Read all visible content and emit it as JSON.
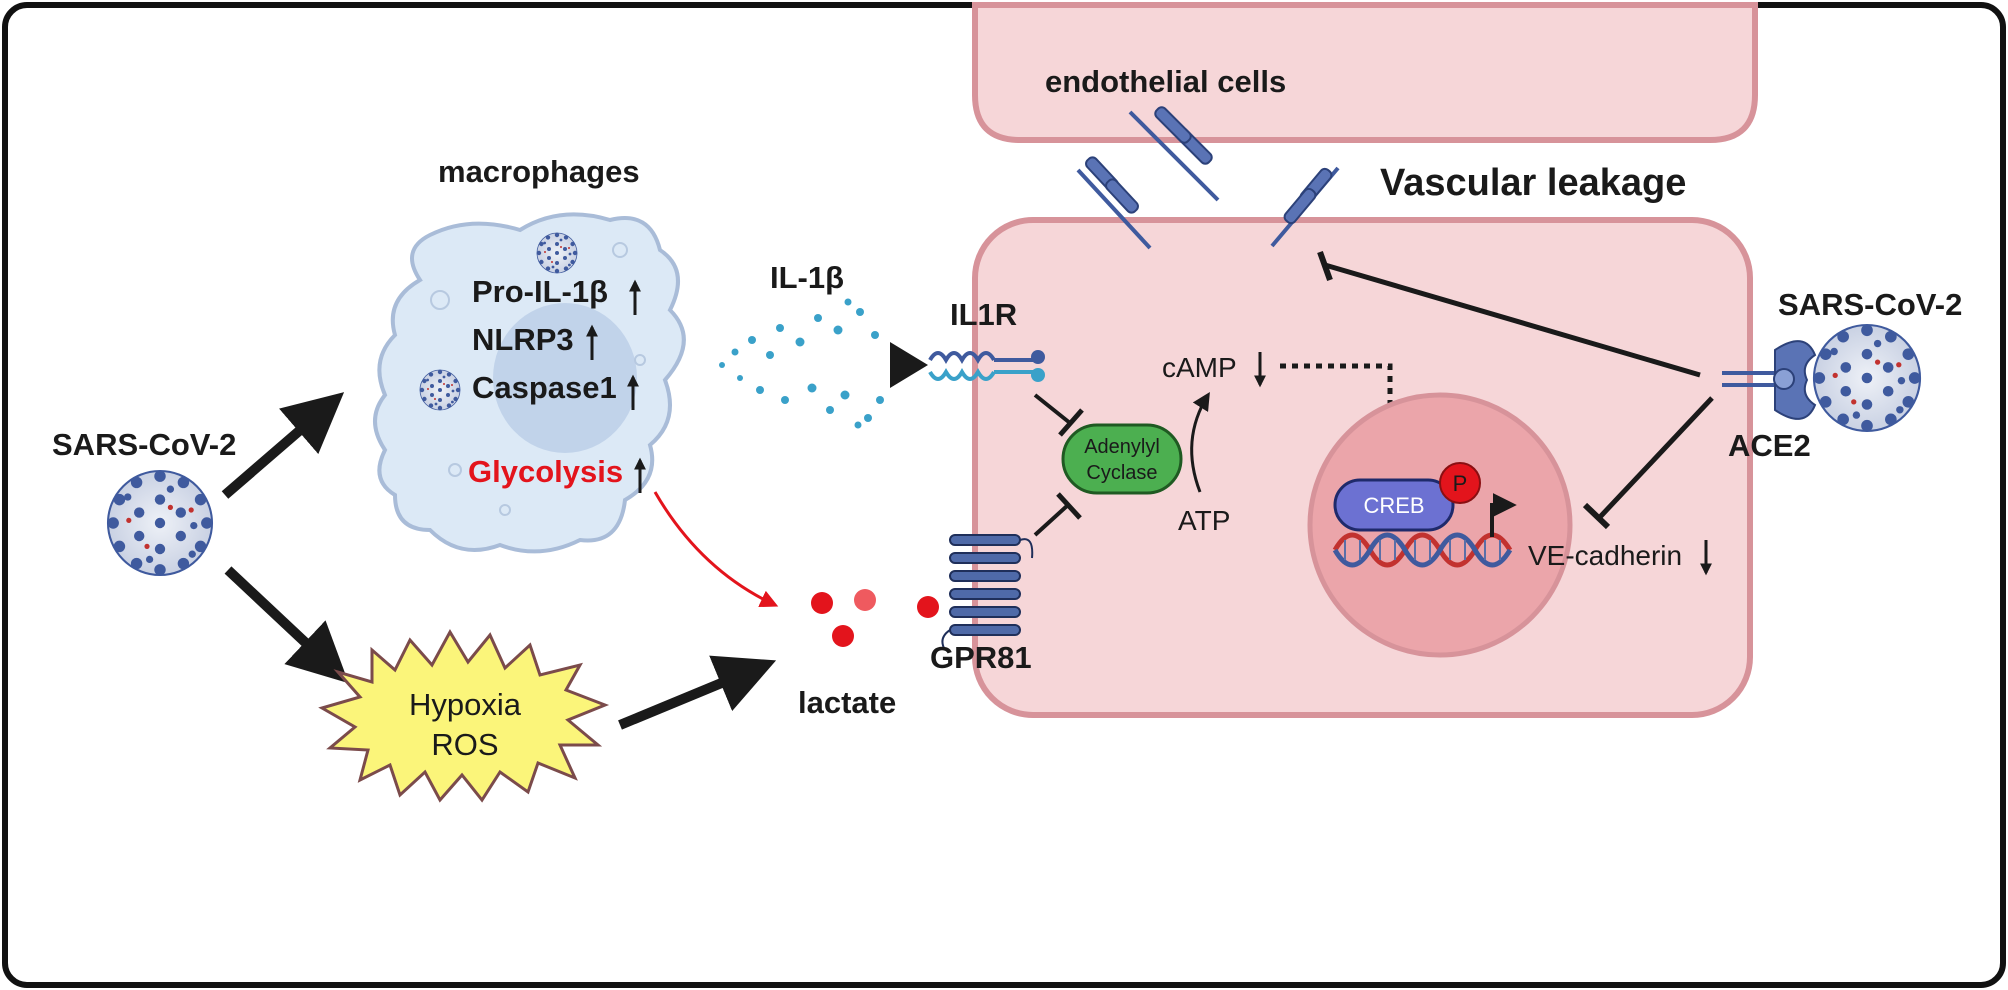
{
  "labels": {
    "endothelial": "endothelial cells",
    "vascular": "Vascular leakage",
    "macrophages": "macrophages",
    "il1b": "IL-1β",
    "il1r": "IL1R",
    "sars_left": "SARS-CoV-2",
    "sars_right": "SARS-CoV-2",
    "ace2": "ACE2",
    "pro_il1b": "Pro-IL-1β",
    "nlrp3": "NLRP3",
    "caspase1": "Caspase1",
    "glycolysis": "Glycolysis",
    "hypoxia_line1": "Hypoxia",
    "hypoxia_line2": "ROS",
    "lactate": "lactate",
    "gpr81": "GPR81",
    "adenylyl_line1": "Adenylyl",
    "adenylyl_line2": "Cyclase",
    "camp": "cAMP",
    "atp": "ATP",
    "creb": "CREB",
    "phospho": "P",
    "vecadherin": "VE-cadherin"
  },
  "colors": {
    "cell_fill": "#f6d6d8",
    "cell_stroke": "#d7939a",
    "nucleus_fill": "#eba5aa",
    "macrophage_fill": "#dce9f6",
    "virus": "#3f5a9e",
    "lactate": "#e3141c",
    "glycolysis": "#e3141c",
    "adenylyl_fill": "#4caf50",
    "creb_fill": "#6c71d2",
    "hypoxia_fill": "#fbf57a",
    "arrow": "#1a1a1a"
  }
}
